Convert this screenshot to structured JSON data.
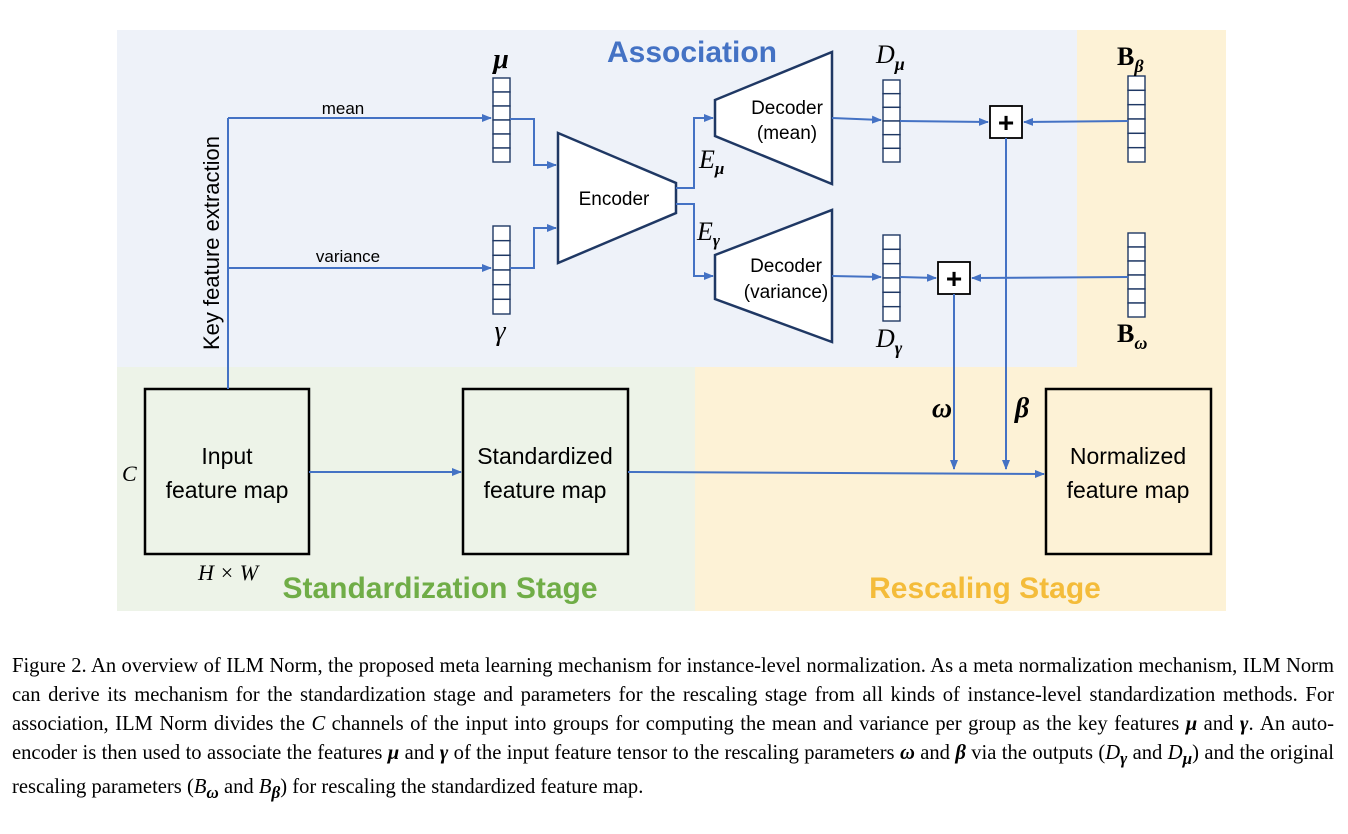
{
  "diagram": {
    "regions": {
      "association_title": "Association",
      "standardization_title": "Standardization Stage",
      "rescaling_title": "Rescaling Stage"
    },
    "side_label": "Key feature extraction",
    "branch_labels": {
      "mean": "mean",
      "variance": "variance"
    },
    "vector_labels": {
      "mu": "μ",
      "gamma": "γ",
      "d_mu_main": "D",
      "d_mu_sub": "μ",
      "d_gamma_main": "D",
      "d_gamma_sub": "γ",
      "b_beta_main": "B",
      "b_beta_sub": "β",
      "b_omega_main": "B",
      "b_omega_sub": "ω"
    },
    "encoder": "Encoder",
    "encoder_outputs": {
      "e_main": "E",
      "e_mu_sub": "μ",
      "e_gamma_sub": "γ"
    },
    "decoder_mean": [
      "Decoder",
      "(mean)"
    ],
    "decoder_variance": [
      "Decoder",
      "(variance)"
    ],
    "plus": "+",
    "params": {
      "omega": "ω",
      "beta": "β"
    },
    "boxes": {
      "input": [
        "Input",
        "feature map"
      ],
      "standardized": [
        "Standardized",
        "feature map"
      ],
      "normalized": [
        "Normalized",
        "feature map"
      ]
    },
    "dims": {
      "channels": "C",
      "spatial": "H × W"
    },
    "colors": {
      "association_bg": "#eef2f9",
      "standardization_bg": "#edf3e8",
      "rescaling_bg": "#fdf2d6",
      "association_text": "#4472c4",
      "standardization_text": "#70ad47",
      "rescaling_text": "#f4bc3a",
      "arrow": "#4472c4"
    }
  },
  "caption": {
    "seg1": "Figure 2. An overview of ILM Norm, the proposed meta learning mechanism for instance-level normalization. As a meta normalization mechanism, ILM Norm can derive its mechanism for the standardization stage and parameters for the rescaling stage from all kinds of instance-level standardization methods. For association, ILM Norm divides the ",
    "m_c": "C",
    "seg2": " channels of the input into groups for computing the mean and variance per group as the key features ",
    "m_mu1": "μ",
    "seg3": " and ",
    "m_gamma1": "γ",
    "seg4": ". An auto-encoder is then used to associate the features ",
    "m_mu2": "μ",
    "seg5": " and ",
    "m_gamma2": "γ",
    "seg6": " of the input feature tensor to the rescaling parameters ",
    "m_omega": "ω",
    "seg7": " and ",
    "m_beta": "β",
    "seg8": " via the outputs (",
    "m_dg": "D",
    "m_dg_sub": "γ",
    "seg9": " and ",
    "m_dm": "D",
    "m_dm_sub": "μ",
    "seg10": ") and the original rescaling parameters (",
    "m_bo": "B",
    "m_bo_sub": "ω",
    "seg11": " and ",
    "m_bb": "B",
    "m_bb_sub": "β",
    "seg12": ") for rescaling the standardized feature map."
  }
}
